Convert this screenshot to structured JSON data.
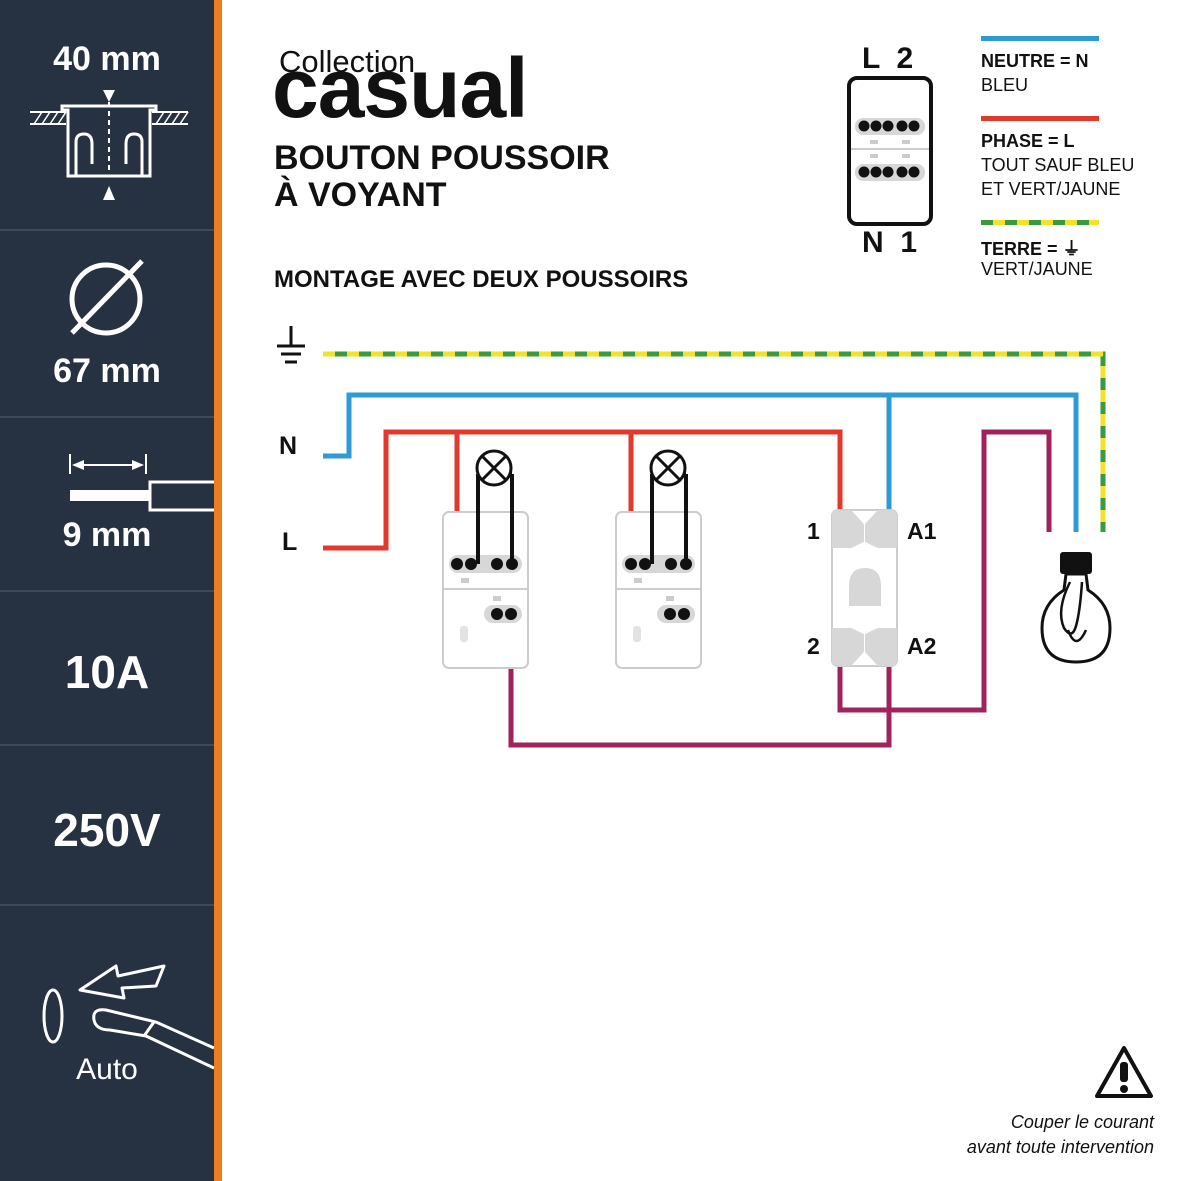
{
  "sidebar": {
    "depth": "40 mm",
    "diameter": "67 mm",
    "strip_length": "9 mm",
    "current": "10A",
    "voltage": "250V",
    "connection": "Auto"
  },
  "header": {
    "collection": "Collection",
    "brand": "casual",
    "product_line1": "BOUTON POUSSOIR",
    "product_line2": "À VOYANT",
    "subtitle": "MONTAGE AVEC DEUX POUSSOIRS"
  },
  "terminal_block": {
    "top_labels": "L  2",
    "bottom_labels": "N  1"
  },
  "legend": {
    "neutral_title": "NEUTRE = N",
    "neutral_desc": "BLEU",
    "phase_title": "PHASE = L",
    "phase_desc_line1": "TOUT SAUF BLEU",
    "phase_desc_line2": "ET VERT/JAUNE",
    "earth_title": "TERRE = ⏚",
    "earth_desc": "VERT/JAUNE"
  },
  "diagram": {
    "label_n": "N",
    "label_l": "L",
    "relay_1": "1",
    "relay_2": "2",
    "relay_a1": "A1",
    "relay_a2": "A2"
  },
  "warning": {
    "line1": "Couper le courant",
    "line2": "avant toute intervention"
  },
  "colors": {
    "sidebar": "#263241",
    "accent": "#ec7d1e",
    "neutral": "#2e9bd6",
    "phase": "#e2392d",
    "earth_green": "#3a9a3e",
    "earth_yellow": "#f2e22a",
    "switched": "#a1235b"
  }
}
